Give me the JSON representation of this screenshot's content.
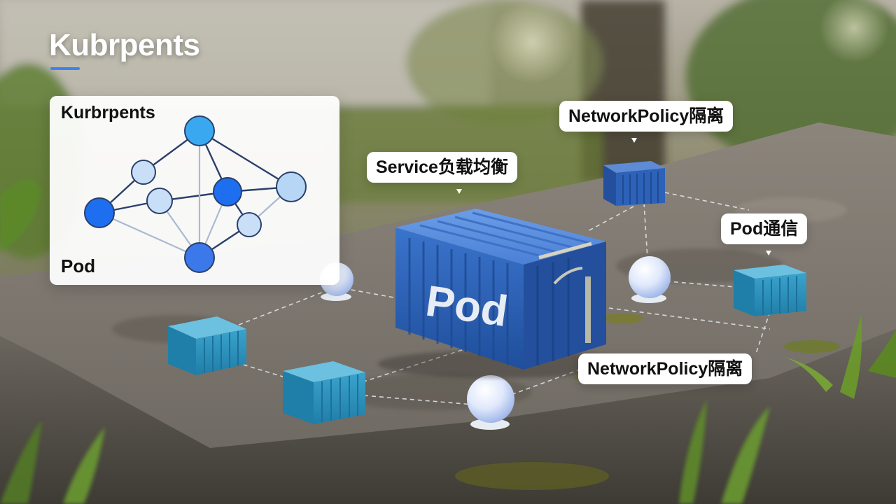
{
  "title": "Kubrpents",
  "card": {
    "title": "Kurbrpents",
    "bottom_label": "Pod"
  },
  "main_container": {
    "label": "Pod"
  },
  "callouts": {
    "service": "Service负载均衡",
    "network_policy_top": "NetworkPolicy隔离",
    "pod_comm": "Pod通信",
    "network_policy_bottom": "NetworkPolicy隔离"
  },
  "colors": {
    "accent": "#3b82f6",
    "container_blue": "#2d62b8",
    "container_teal": "#2f93be",
    "node_dark": "#1e6ff0",
    "node_light": "#c9dff7"
  }
}
